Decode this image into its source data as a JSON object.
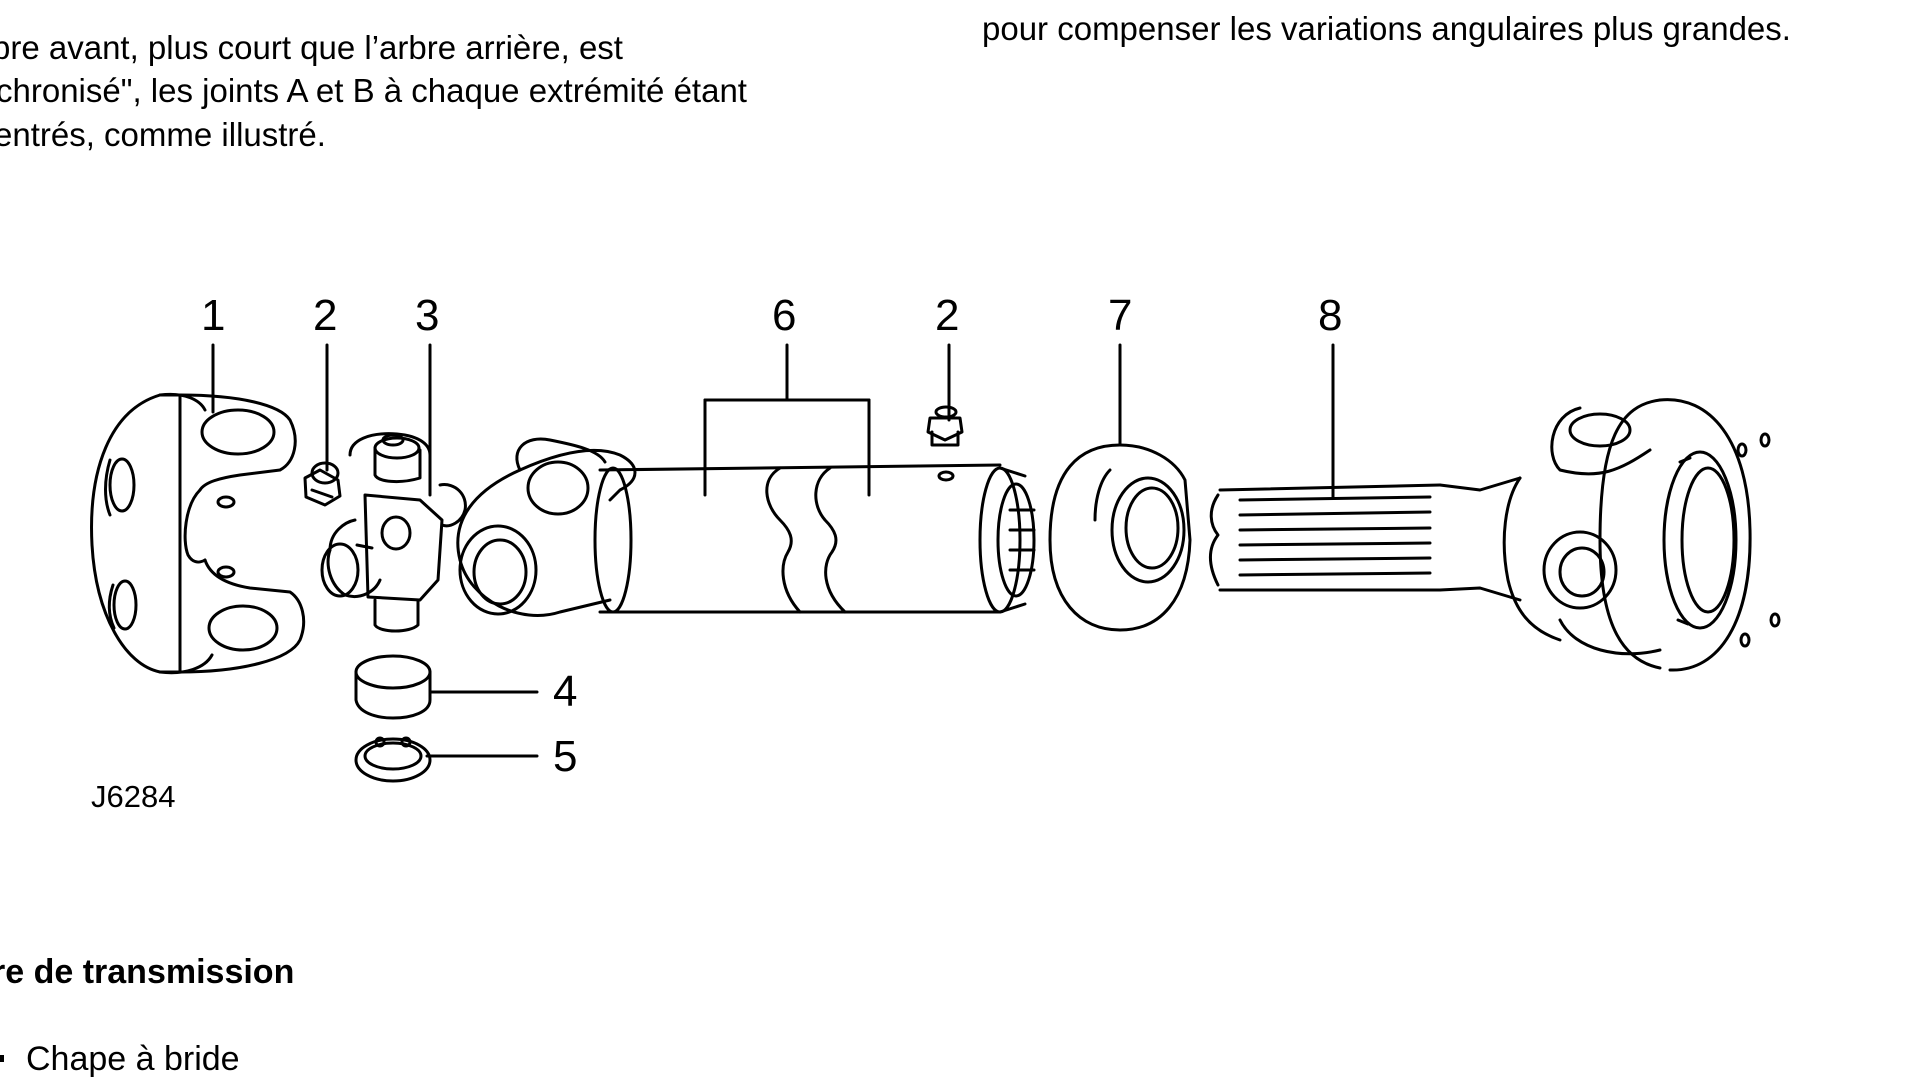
{
  "left_paragraph": {
    "lines": [
      "bre avant, plus court que l’arbre arrière, est",
      "chronisé\", les joints A et B à chaque extrémité étant",
      "entrés, comme illustré."
    ]
  },
  "right_paragraph": {
    "lines": [
      "pour compenser les variations angulaires plus grandes."
    ]
  },
  "figure": {
    "callouts": [
      "1",
      "2",
      "3",
      "6",
      "2",
      "7",
      "8",
      "4",
      "5"
    ],
    "figure_id": "J6284"
  },
  "section": {
    "heading": "re de transmission",
    "items": [
      {
        "label": "Chape à bride"
      }
    ]
  }
}
